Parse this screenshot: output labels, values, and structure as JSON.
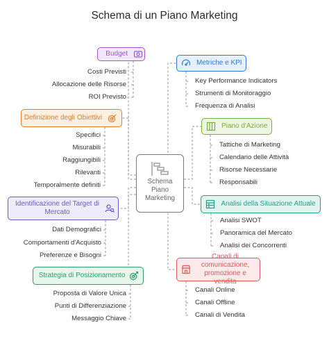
{
  "title": "Schema di un Piano Marketing",
  "center": {
    "lines": [
      "Schema",
      "Piano",
      "Marketing"
    ],
    "icon": "gantt-chart-icon"
  },
  "branches": [
    {
      "key": "budget",
      "label": "Budget",
      "side": "left",
      "color": "#9b59d6",
      "bg": "#f3e8fb",
      "icon": "money-icon",
      "items": [
        "Costi Previsti",
        "Allocazione delle Risorse",
        "ROI Previsto"
      ]
    },
    {
      "key": "obiettivi",
      "label": "Definizione degli Obiettivi",
      "side": "left",
      "color": "#e67e22",
      "bg": "#fdf0e1",
      "icon": "target-icon",
      "items": [
        "Specifici",
        "Misurabili",
        "Raggiungibili",
        "Rilevanti",
        "Temporalmente definiti"
      ]
    },
    {
      "key": "target",
      "label": "Identificazione del Target di Mercato",
      "side": "left",
      "color": "#6a5acd",
      "bg": "#eeecfa",
      "icon": "person-search-icon",
      "items": [
        "Dati Demografici",
        "Comportamenti d'Acquisto",
        "Preferenze e Bisogni"
      ]
    },
    {
      "key": "posizionamento",
      "label": "Strategia di Posizionamento",
      "side": "left",
      "color": "#2e9e6a",
      "bg": "#e6f6ec",
      "icon": "target-arrow-icon",
      "items": [
        "Proposta di Valore Unica",
        "Punti di Differenziazione",
        "Messaggio Chiave"
      ]
    },
    {
      "key": "metriche",
      "label": "Metriche e KPI",
      "side": "right",
      "color": "#2b7bd6",
      "bg": "#e6f0fb",
      "icon": "gauge-icon",
      "items": [
        "Key Performance Indicators",
        "Strumenti di Monitoraggio",
        "Frequenza di Analisi"
      ]
    },
    {
      "key": "azione",
      "label": "Piano d'Azione",
      "side": "right",
      "color": "#7cae3a",
      "bg": "#eef6e3",
      "icon": "board-icon",
      "items": [
        "Tattiche di Marketing",
        "Calendario delle Attività",
        "Risorse Necessarie",
        "Responsabili"
      ]
    },
    {
      "key": "situazione",
      "label": "Analisi della Situazione Attuale",
      "side": "right",
      "color": "#1fa38e",
      "bg": "#e1f4f0",
      "icon": "spreadsheet-icon",
      "items": [
        "Analisi SWOT",
        "Panoramica del Mercato",
        "Analisi dei Concorrenti"
      ]
    },
    {
      "key": "canali",
      "label": "Canali di comunicazione, promozione e vendita",
      "side": "right",
      "color": "#e05a5a",
      "bg": "#fce9e9",
      "icon": "storefront-icon",
      "items": [
        "Canali Online",
        "Canali Offline",
        "Canali di Vendita"
      ]
    }
  ]
}
